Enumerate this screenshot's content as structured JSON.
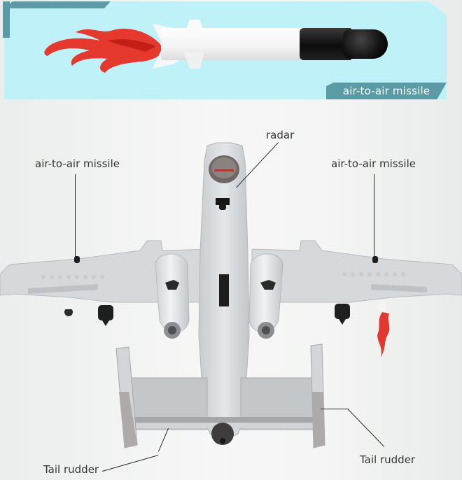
{
  "banner": {
    "label": "air-to-air missile",
    "colors": {
      "background": "#bff2f8",
      "frame": "#5b9ba6",
      "label_text": "#ffffff"
    },
    "image": "missile-with-flame"
  },
  "callouts": {
    "radar": "radar",
    "left_missile": "air-to-air missile",
    "right_missile": "air-to-air missile",
    "left_tail_rudder": "Tail rudder",
    "right_tail_rudder": "Tail rudder"
  },
  "main_image": {
    "subject": "brick-built twin-engine attack aircraft, rear view",
    "colors": {
      "body": "#d8dadc",
      "shadow": "#b9bcbf",
      "dark_parts": "#1e1e1e",
      "flame": "#e2231a"
    }
  },
  "colors": {
    "text": "#333333",
    "leader_line": "#2a2a2a",
    "page_bg": "#f3f4f3"
  }
}
